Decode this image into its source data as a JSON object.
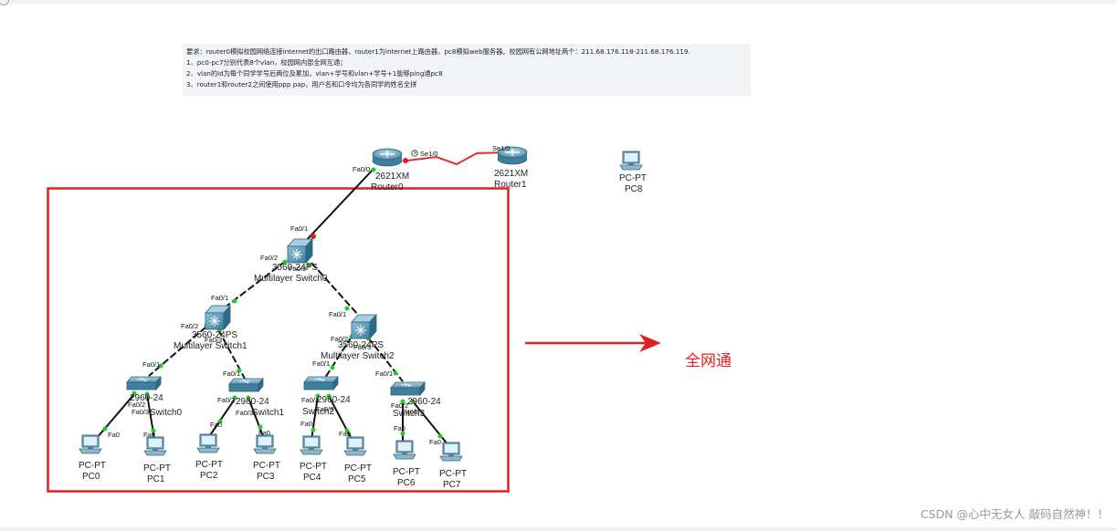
{
  "requirements": {
    "lines": [
      "要求：router0模拟校园网络连接internet的出口路由器，router1为internet上路由器，pc8模拟web服务器。校园网有公网地址两个：211.68.176.118-211.68.176.119.",
      "1、pc0-pc7分别代表8个vlan，校园网内部全网互通；",
      "2、vlan的id为每个同学学号后两位及累加，vlan+学号和vlan+学号+1能够ping通pc8",
      "3、router1和router2之间使用ppp pap，用户名和口令均为各同学的姓名全拼"
    ]
  },
  "devices": {
    "router0": {
      "model": "2621XM",
      "name": "Router0"
    },
    "router1": {
      "model": "2621XM",
      "name": "Router1"
    },
    "pc8": {
      "model": "PC-PT",
      "name": "PC8"
    },
    "msw0": {
      "model": "3560-24PS",
      "name": "Multilayer Switch0"
    },
    "msw1": {
      "model": "3560-24PS",
      "name": "Multilayer Switch1"
    },
    "msw2": {
      "model": "3560-24PS",
      "name": "Multilayer Switch2"
    },
    "sw0": {
      "model": "2960-24",
      "name": "Switch0"
    },
    "sw1": {
      "model": "2960-24",
      "name": "Switch1"
    },
    "sw2": {
      "model": "2960-24",
      "name": "Switch2"
    },
    "sw3": {
      "model": "2960-24",
      "name": "Switch3"
    },
    "pcs": [
      {
        "model": "PC-PT",
        "name": "PC0"
      },
      {
        "model": "PC-PT",
        "name": "PC1"
      },
      {
        "model": "PC-PT",
        "name": "PC2"
      },
      {
        "model": "PC-PT",
        "name": "PC3"
      },
      {
        "model": "PC-PT",
        "name": "PC4"
      },
      {
        "model": "PC-PT",
        "name": "PC5"
      },
      {
        "model": "PC-PT",
        "name": "PC6"
      },
      {
        "model": "PC-PT",
        "name": "PC7"
      }
    ]
  },
  "ports": {
    "r0_se": "Se1/0",
    "r1_se": "Se1/0",
    "r0_fa": "Fa0/0",
    "m0_fa1": "Fa0/1",
    "m0_fa2": "Fa0/2",
    "m0_fa3": "Fa0/3",
    "m1_fa1": "Fa0/1",
    "m1_fa2": "Fa0/2",
    "m1_fa3": "Fa0/3",
    "m2_fa1": "Fa0/1",
    "m2_fa2": "Fa0/2",
    "m2_fa3": "Fa0/3",
    "sw_fa1": "Fa0/1",
    "sw_fa2": "Fa0/2",
    "sw_fa3": "Fa0/3",
    "pc_fa0": "Fa0"
  },
  "annotation": "全网通",
  "watermark": "CSDN @心中无女人 敲码自然神！！",
  "colors": {
    "highlight": "#e02020",
    "link": "#111111",
    "serial": "#e03030",
    "up": "#22cc22"
  }
}
